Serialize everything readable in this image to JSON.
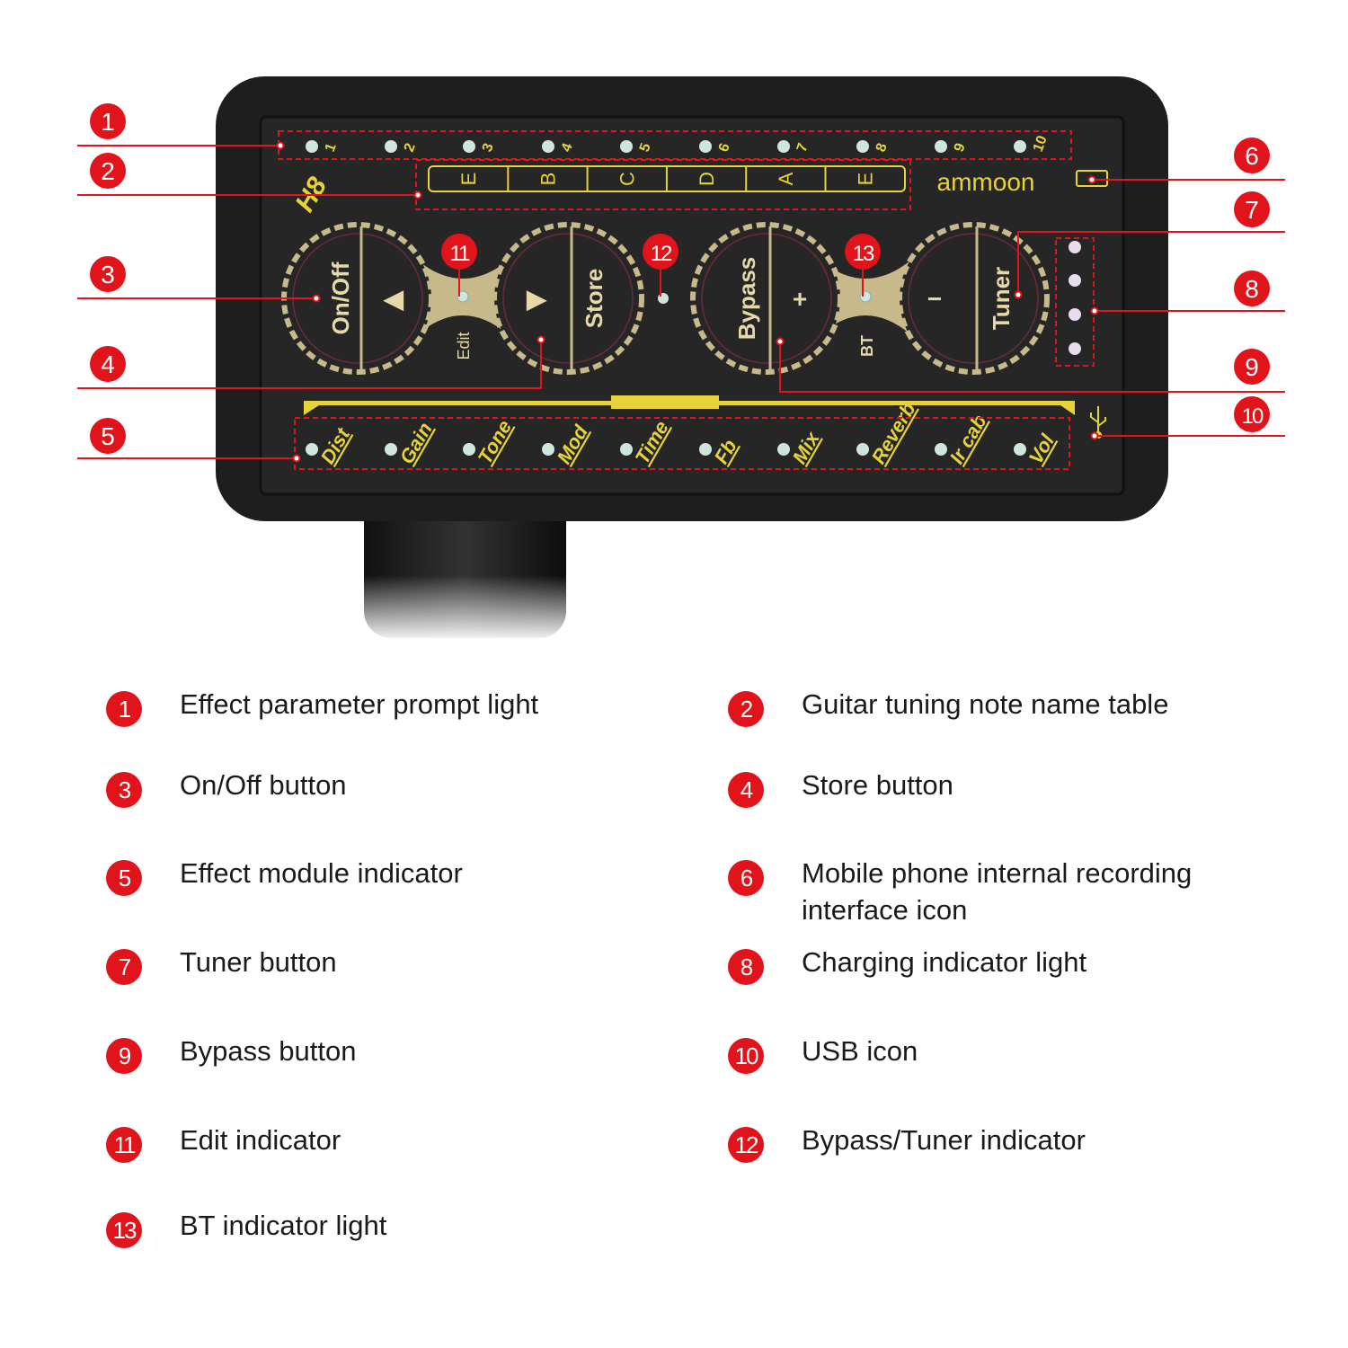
{
  "device": {
    "model": "H8",
    "brand": "ammoon",
    "param_numbers": [
      "1",
      "2",
      "3",
      "4",
      "5",
      "6",
      "7",
      "8",
      "9",
      "10"
    ],
    "tuning_notes": [
      "E",
      "B",
      "C",
      "D",
      "A",
      "E"
    ],
    "buttons": {
      "on_off": "On/Off",
      "store": "Store",
      "bypass": "Bypass",
      "tuner": "Tuner",
      "left_arrow": "◀",
      "right_arrow": "▶",
      "plus": "+",
      "minus": "−"
    },
    "edit_label": "Edit",
    "bt_label": "BT",
    "effects": [
      "Dist",
      "Gain",
      "Tone",
      "Mod",
      "Time",
      "Fb",
      "Mix",
      "Reverb",
      "Ir cab",
      "Vol"
    ],
    "colors": {
      "accent": "#e6d23a",
      "callout": "#e1141b",
      "body": "#1e1e1e",
      "led": "#cfe6dc"
    }
  },
  "callouts": [
    "1",
    "2",
    "3",
    "4",
    "5",
    "6",
    "7",
    "8",
    "9",
    "10",
    "11",
    "12",
    "13"
  ],
  "legend": [
    {
      "num": "1",
      "text": "Effect parameter prompt light"
    },
    {
      "num": "2",
      "text": "Guitar tuning note name table"
    },
    {
      "num": "3",
      "text": "On/Off button"
    },
    {
      "num": "4",
      "text": "Store button"
    },
    {
      "num": "5",
      "text": "Effect module indicator"
    },
    {
      "num": "6",
      "text": "Mobile phone internal recording interface icon"
    },
    {
      "num": "7",
      "text": "Tuner button"
    },
    {
      "num": "8",
      "text": "Charging indicator light"
    },
    {
      "num": "9",
      "text": "Bypass button"
    },
    {
      "num": "10",
      "text": "USB icon"
    },
    {
      "num": "11",
      "text": "Edit indicator"
    },
    {
      "num": "12",
      "text": "Bypass/Tuner indicator"
    },
    {
      "num": "13",
      "text": "BT indicator light"
    }
  ]
}
